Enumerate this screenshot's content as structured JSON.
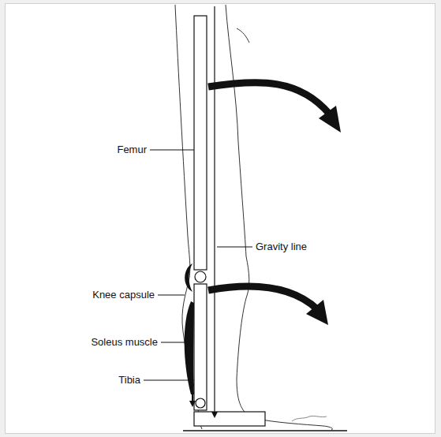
{
  "diagram": {
    "labels": [
      "Femur",
      "Gravity line",
      "Knee capsule",
      "Soleus muscle",
      "Tibia"
    ]
  }
}
